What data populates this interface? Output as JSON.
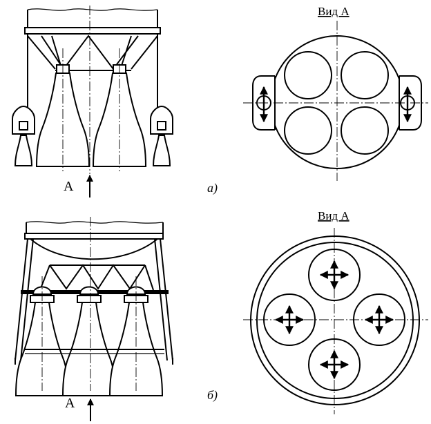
{
  "labels": {
    "view_a_top": "Вид А",
    "view_a_bottom": "Вид А",
    "arrow_a_top": "А",
    "arrow_a_bottom": "А",
    "case_a": "а)",
    "case_b": "б)"
  },
  "colors": {
    "line": "#000000",
    "background": "#ffffff"
  },
  "icons": [
    "four-way-arrow-icon",
    "vertical-double-arrow-icon",
    "view-arrow-icon"
  ]
}
